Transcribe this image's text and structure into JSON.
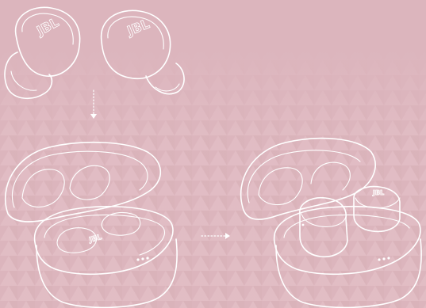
{
  "scene": {
    "background_color": "#dcb5bd",
    "pattern_color": "#e6c4cb",
    "line_color": "#ffffff",
    "logo_text": "JBL",
    "steps": [
      {
        "name": "earbuds-step"
      },
      {
        "name": "open-case-step"
      },
      {
        "name": "case-with-earbuds-step"
      }
    ]
  }
}
